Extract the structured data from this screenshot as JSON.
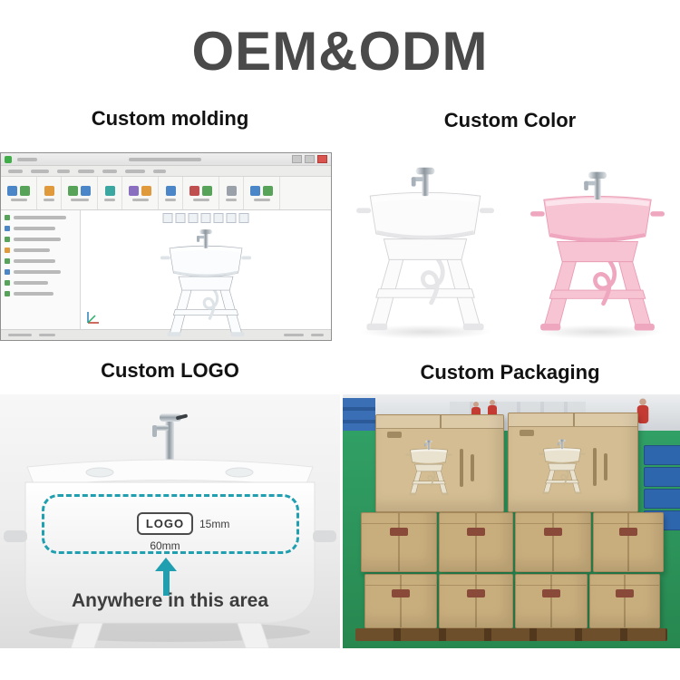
{
  "page": {
    "title": "OEM&ODM"
  },
  "sections": {
    "molding": {
      "label": "Custom molding"
    },
    "color": {
      "label": "Custom Color"
    },
    "logo": {
      "label": "Custom LOGO"
    },
    "packaging": {
      "label": "Custom Packaging"
    }
  },
  "logo_area": {
    "logo_text": "LOGO",
    "height_dim": "15mm",
    "width_dim": "60mm",
    "caption": "Anywhere in this area"
  },
  "colors": {
    "accent_teal": "#1f9faf",
    "title_gray": "#4a4a4a",
    "heading_black": "#121212",
    "product_white": "#fbfbfb",
    "product_pink": "#f7c4d3",
    "carton": "#c9ae7d",
    "carton_light": "#d4bd92",
    "floor_green": "#31a065",
    "crate_blue": "#2e66ad"
  }
}
